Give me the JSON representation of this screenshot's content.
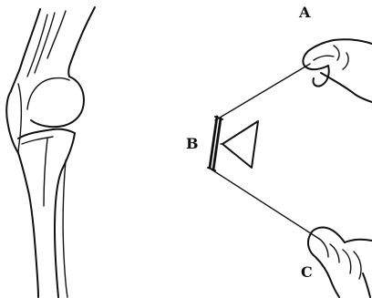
{
  "figure": {
    "labels": {
      "a": "A",
      "b": "B",
      "c": "C"
    }
  }
}
